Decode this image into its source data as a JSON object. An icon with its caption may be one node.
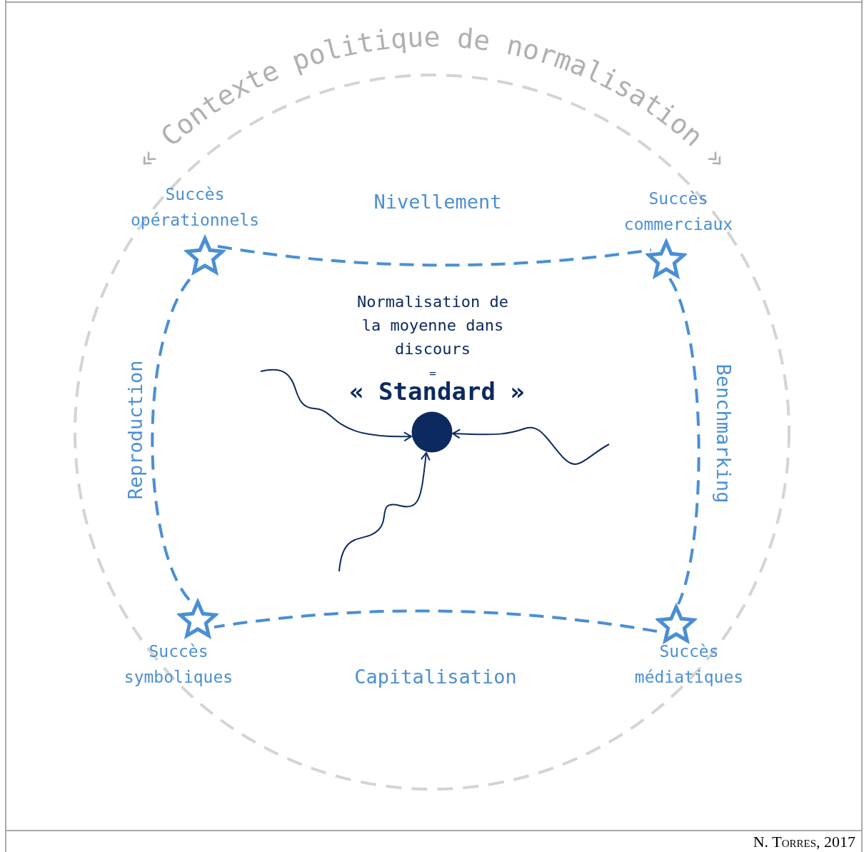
{
  "diagram": {
    "caption": "N. Torres, 2017",
    "nodes": [
      {
        "text": [
          "« Contexte politique de normalisation »"
        ]
      },
      {
        "text": [],
        "shape": "star",
        "in": 0,
        "beside": [
          "Succès opérationnels"
        ]
      },
      {
        "text": [],
        "shape": "star",
        "in": 0,
        "beside": [
          "Succès commerciaux"
        ]
      },
      {
        "text": [],
        "shape": "circle",
        "in": 0,
        "beside": [
          "Normalisation de la moyenne dans discours",
          "=",
          "« Standard »"
        ]
      },
      {
        "text": [],
        "shape": "star",
        "in": 0,
        "beside": [
          "Succès symboliques"
        ]
      },
      {
        "text": [],
        "shape": "star",
        "in": 0,
        "beside": [
          "Succès médiatiques"
        ]
      }
    ],
    "edges": [
      {
        "from": 1,
        "to": 2,
        "arrow": "none",
        "style": "dashed",
        "label": "Nivellement"
      },
      {
        "from": 2,
        "to": 5,
        "arrow": "none",
        "style": "dashed",
        "label": "Benchmarking"
      },
      {
        "from": 5,
        "to": 4,
        "arrow": "none",
        "style": "dashed",
        "label": "Capitalisation"
      },
      {
        "from": 4,
        "to": 1,
        "arrow": "none",
        "style": "dashed",
        "label": "Reproduction"
      },
      {
        "from": null,
        "to": 3,
        "arrow": "to",
        "color": "#0d2a60"
      },
      {
        "from": null,
        "to": 3,
        "arrow": "to",
        "color": "#0d2a60"
      },
      {
        "from": null,
        "to": 3,
        "arrow": "to",
        "color": "#0d2a60"
      }
    ]
  }
}
